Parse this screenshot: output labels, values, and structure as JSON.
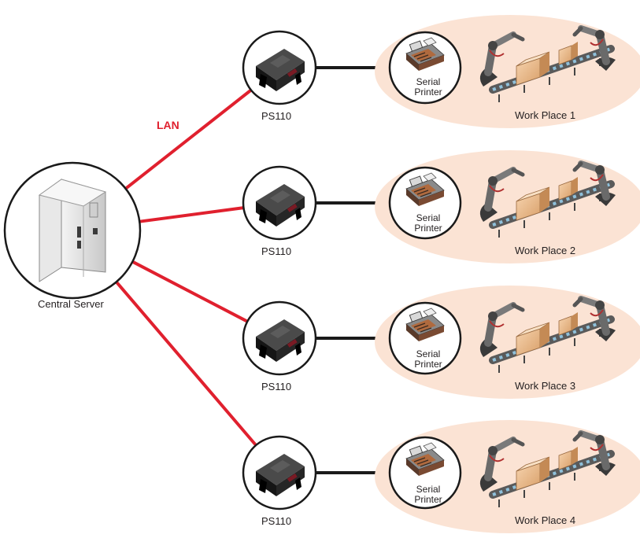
{
  "diagram": {
    "network_label": "LAN",
    "server": {
      "label": "Central Server"
    },
    "nodes": [
      {
        "device_label": "PS110",
        "printer_line1": "Serial",
        "printer_line2": "Printer",
        "workplace_label": "Work Place 1"
      },
      {
        "device_label": "PS110",
        "printer_line1": "Serial",
        "printer_line2": "Printer",
        "workplace_label": "Work Place 2"
      },
      {
        "device_label": "PS110",
        "printer_line1": "Serial",
        "printer_line2": "Printer",
        "workplace_label": "Work Place 3"
      },
      {
        "device_label": "PS110",
        "printer_line1": "Serial",
        "printer_line2": "Printer",
        "workplace_label": "Work Place 4"
      }
    ],
    "colors": {
      "lan_line": "#e0202e",
      "serial_line": "#1a1a1a",
      "workplace_fill": "#fbe3d4",
      "circle_stroke": "#1a1a1a"
    }
  }
}
